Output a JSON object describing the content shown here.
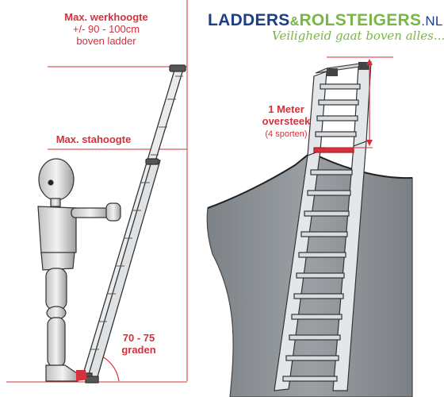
{
  "brand": {
    "name_part1": "LADDERS",
    "name_amp": "&",
    "name_part2": "ROLSTEIGERS",
    "name_suffix": ".NL",
    "slogan": "Veiligheid gaat boven alles..."
  },
  "left_panel": {
    "max_work_height": [
      "Max. werkhoogte",
      "+/- 90 - 100cm",
      "boven ladder"
    ],
    "max_stand_height": "Max. stahoogte",
    "angle": [
      "70 - 75",
      "graden"
    ]
  },
  "right_panel": {
    "overhang_title": [
      "1 Meter",
      "oversteek"
    ],
    "overhang_sub": "(4 sporten)"
  },
  "colors": {
    "accent_red": "#d6303a",
    "brand_blue": "#1c3f86",
    "brand_green": "#7ab547",
    "wall_gray": "#8a8f93",
    "ladder_gray": "#cfd3d6"
  }
}
